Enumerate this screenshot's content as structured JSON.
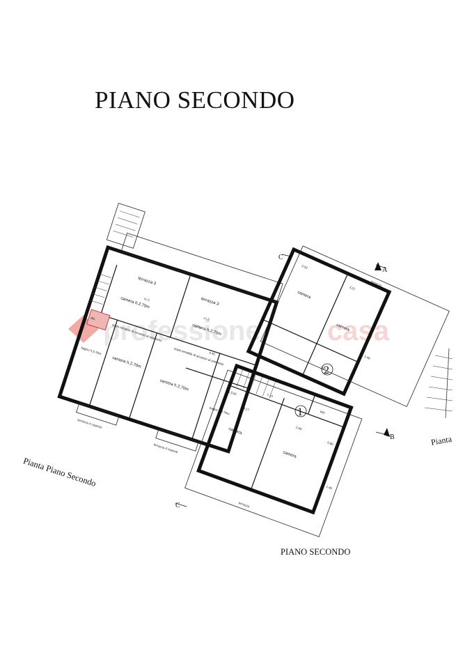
{
  "title": "PIANO SECONDO",
  "bottom_title": "PIANO SECONDO",
  "plan_caption": "Pianta Piano Secondo",
  "side_caption": "Pianta",
  "watermark": {
    "text_a": "professione",
    "text_b": "casa",
    "color_a": "#9a9a9a",
    "color_b": "#e0433a"
  },
  "labels": {
    "terrazza_3a": "terrazza 3",
    "terrazza_3b": "terrazza 3",
    "terrazza_4a": "terrazza 4 coperta",
    "terrazza_4b": "terrazza 4 coperta",
    "terrazza_right": "terrazza",
    "terrazza_bottom": "terrazza",
    "u11": "u.i.1",
    "u12": "u.i.2",
    "camera_h1": "camera h.2.70m",
    "camera_h2": "camera h.2.70m",
    "camera_h3": "camera h.2.70m",
    "camera_h4": "camera h.2.70m",
    "bagno_h1": "bagno h.2.70m",
    "bagno_h2": "bagno h.2.70m",
    "dis_1": "dis.",
    "dis_2": "dis.",
    "scala_1": "scala retrattile di accesso al sottotetto",
    "scala_2": "scala retrattile di accesso al sottotetto",
    "camera_r1": "camera",
    "camera_r2": "camera",
    "camera_r3": "camera",
    "camera_r4": "camera",
    "wc_1": "WC",
    "wc_2": "WC",
    "marker_1": "1",
    "marker_2": "2",
    "section_a": "A",
    "section_b": "B",
    "section_c": "C",
    "section_c2": "C",
    "dim_1": "4.45",
    "dim_2": "3.62",
    "dim_3": "2.53",
    "dim_4": "3.21",
    "dim_5": "2.60",
    "dim_6": "4.17",
    "dim_7": "1.40",
    "dim_8": "1.40",
    "dim_9": "0.80",
    "dim_10": "1.10"
  }
}
